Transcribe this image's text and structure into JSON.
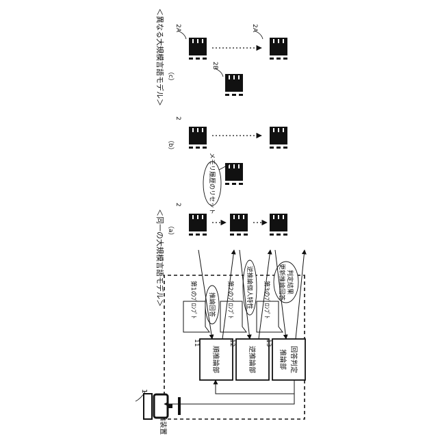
{
  "device": {
    "label": "推論装置",
    "ref": "1"
  },
  "units": [
    {
      "ref": "11",
      "label": "順推論部"
    },
    {
      "ref": "12",
      "label": "逆推論部"
    },
    {
      "ref": "13",
      "label": "回答判定\n推論部"
    }
  ],
  "prompts": [
    "第1のﾌﾟﾛﾝﾌﾟﾄ",
    "第2のﾌﾟﾛﾝﾌﾟﾄ",
    "第3のﾌﾟﾛﾝﾌﾟﾄ"
  ],
  "bubbles": [
    "推論回答",
    "逆推論個人特性",
    "判定結果\n更新推論回答"
  ],
  "same_model_heading": "＜同一の大規模言語モデル＞",
  "different_model_heading": "＜異なる大規模言語モデル＞",
  "panels": {
    "a": "（a）",
    "b": "（b）",
    "c": "（c）"
  },
  "server_labels": {
    "same": "2",
    "c_top": "2A",
    "c_top_right": "2A",
    "c_bottom": "2B"
  },
  "memory_reset": "メモリ履歴のリセット"
}
